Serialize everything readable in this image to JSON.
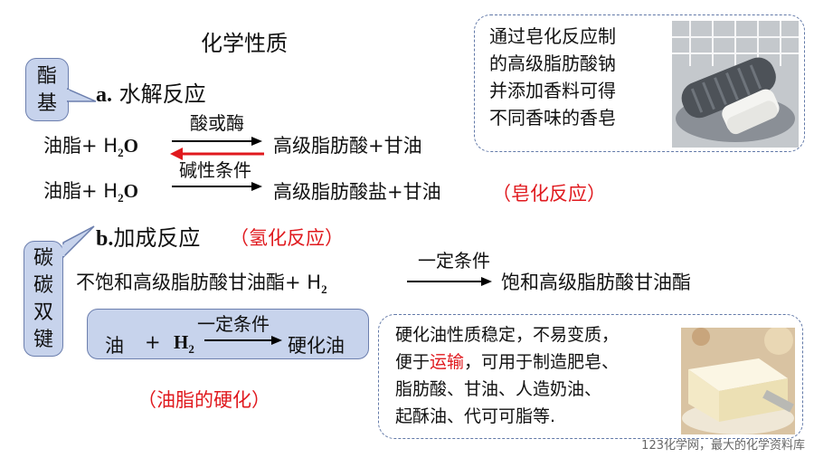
{
  "title": "化学性质",
  "ester_label": "酯基",
  "carbon_label": [
    "碳",
    "碳",
    "双",
    "键"
  ],
  "section_a": {
    "marker": "a.",
    "title": "水解反应",
    "rxn1": {
      "reactant": "油脂+ H",
      "water_sub": "2",
      "water_tail": "O",
      "condition": "酸或酶",
      "product": "高级脂肪酸+甘油"
    },
    "rxn2": {
      "reactant": "油脂+ H",
      "water_sub": "2",
      "water_tail": "O",
      "condition": "碱性条件",
      "product": "高级脂肪酸盐+甘油",
      "note": "（皂化反应）"
    }
  },
  "section_b": {
    "marker": "b.",
    "title": "加成反应",
    "note": "（氢化反应）",
    "rxn": {
      "reactant": "不饱和高级脂肪酸甘油酯+ H",
      "h_sub": "2",
      "condition": "一定条件",
      "product": "饱和高级脂肪酸甘油酯"
    }
  },
  "hardening": {
    "oil": "油",
    "plus": "+",
    "h": "H",
    "h_sub": "2",
    "condition": "一定条件",
    "product": "硬化油",
    "caption": "（油脂的硬化）"
  },
  "soap_note": [
    "通过皂化反应制",
    "的高级脂肪酸钠",
    "并添加香料可得",
    "不同香味的香皂"
  ],
  "oil_note": {
    "line1": "硬化油性质稳定，不易变质，",
    "line2_pre": "便于",
    "line2_red": "运输",
    "line2_post": "，可用于制造肥皂、",
    "line3": "脂肪酸、甘油、人造奶油、",
    "line4": "起酥油、代可可脂等."
  },
  "watermark": "123化学网，最大的化学资料库",
  "colors": {
    "accent_red": "#e0191e",
    "bubble_fill": "#c7d3ec",
    "bubble_border": "#6c7fae",
    "dash_border": "#6279a8"
  }
}
